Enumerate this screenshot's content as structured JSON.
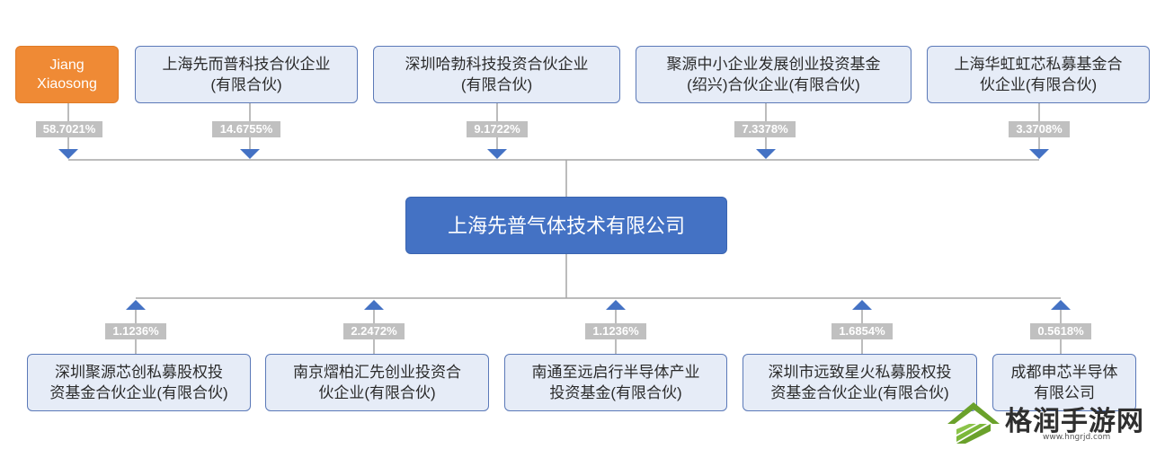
{
  "shareholders": [
    {
      "name_lines": [
        "Jiang",
        "Xiaosong"
      ],
      "percent": "58.7021%",
      "kind": "person"
    },
    {
      "name_lines": [
        "上海先而普科技合伙企业",
        "(有限合伙)"
      ],
      "percent": "14.6755%",
      "kind": "company"
    },
    {
      "name_lines": [
        "深圳哈勃科技投资合伙企业",
        "(有限合伙)"
      ],
      "percent": "9.1722%",
      "kind": "company"
    },
    {
      "name_lines": [
        "聚源中小企业发展创业投资基金",
        "(绍兴)合伙企业(有限合伙)"
      ],
      "percent": "7.3378%",
      "kind": "company"
    },
    {
      "name_lines": [
        "上海华虹虹芯私募基金合",
        "伙企业(有限合伙)"
      ],
      "percent": "3.3708%",
      "kind": "company"
    }
  ],
  "center": {
    "name": "上海先普气体技术有限公司"
  },
  "investments": [
    {
      "name_lines": [
        "深圳聚源芯创私募股权投",
        "资基金合伙企业(有限合伙)"
      ],
      "percent": "1.1236%"
    },
    {
      "name_lines": [
        "南京熠柏汇先创业投资合",
        "伙企业(有限合伙)"
      ],
      "percent": "2.2472%"
    },
    {
      "name_lines": [
        "南通至远启行半导体产业",
        "投资基金(有限合伙)"
      ],
      "percent": "1.1236%"
    },
    {
      "name_lines": [
        "深圳市远致星火私募股权投",
        "资基金合伙企业(有限合伙)"
      ],
      "percent": "1.6854%"
    },
    {
      "name_lines": [
        "成都申芯半导体",
        "有限公司"
      ],
      "percent": "0.5618%"
    }
  ],
  "colors": {
    "line": "#a6a6a6",
    "arrow": "#4472c4",
    "box_fill": "#e6ecf7",
    "box_border": "#5b79b8",
    "center_fill": "#4472c4",
    "person_fill": "#ef8a35",
    "pct_fill": "#c0c0c0"
  },
  "watermark": {
    "text": "格润手游网",
    "url": "www.hngrjd.com",
    "icon": "house-logo-icon"
  }
}
